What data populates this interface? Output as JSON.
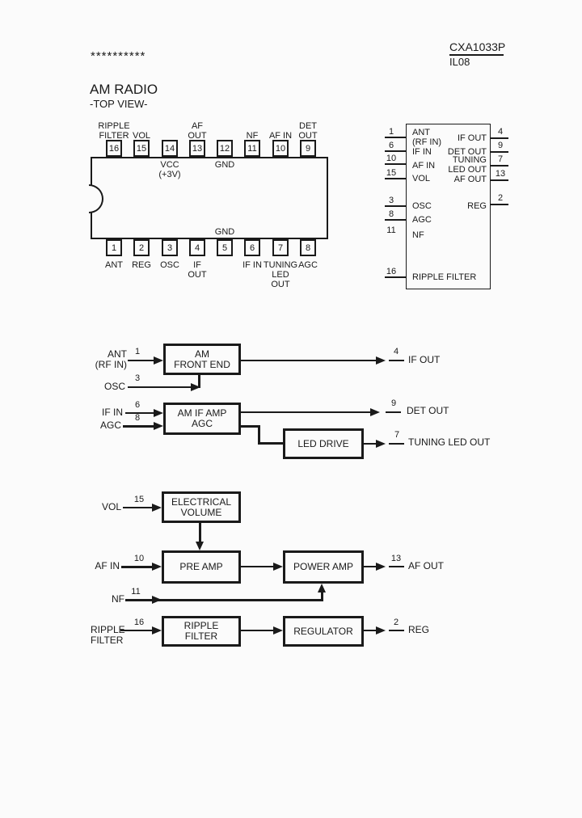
{
  "header": {
    "asterisks": "**********",
    "title": "AM RADIO",
    "view_label": "-TOP VIEW-",
    "part_number": "CXA1033P",
    "code": "IL08"
  },
  "colors": {
    "ink": "#1a1a1a",
    "paper": "#fbfbfb"
  },
  "dip": {
    "top": [
      {
        "num": "16",
        "above": "RIPPLE\nFILTER"
      },
      {
        "num": "15",
        "above": "VOL"
      },
      {
        "num": "14",
        "inside": "VCC\n(+3V)"
      },
      {
        "num": "13",
        "above": "AF\nOUT"
      },
      {
        "num": "12",
        "inside": "GND"
      },
      {
        "num": "11",
        "above": "NF"
      },
      {
        "num": "10",
        "above": "AF IN"
      },
      {
        "num": "9",
        "above": "DET\nOUT"
      }
    ],
    "bottom": [
      {
        "num": "1",
        "below": "ANT"
      },
      {
        "num": "2",
        "below": "REG"
      },
      {
        "num": "3",
        "below": "OSC"
      },
      {
        "num": "4",
        "below": "IF\nOUT"
      },
      {
        "num": "5",
        "inside": "GND"
      },
      {
        "num": "6",
        "below": "IF IN"
      },
      {
        "num": "7",
        "below": "TUNING\nLED\nOUT"
      },
      {
        "num": "8",
        "below": "AGC"
      }
    ]
  },
  "pinfun": {
    "left": [
      {
        "num": "1",
        "label": "ANT\n(RF IN)"
      },
      {
        "num": "6",
        "label": "IF IN"
      },
      {
        "num": "10",
        "label": "AF IN"
      },
      {
        "num": "15",
        "label": "VOL"
      },
      {
        "num": "3",
        "label": "OSC"
      },
      {
        "num": "8",
        "label": "AGC"
      },
      {
        "num": "11",
        "label": "NF"
      },
      {
        "num": "16",
        "label": "RIPPLE FILTER"
      }
    ],
    "right": [
      {
        "num": "4",
        "label": "IF OUT"
      },
      {
        "num": "9",
        "label": "DET OUT"
      },
      {
        "num": "7",
        "label": "TUNING\nLED OUT"
      },
      {
        "num": "13",
        "label": "AF OUT"
      },
      {
        "num": "2",
        "label": "REG"
      }
    ]
  },
  "blocks": {
    "am_front_end": "AM\nFRONT END",
    "am_if_amp": "AM IF AMP\nAGC",
    "led_drive": "LED DRIVE",
    "electrical_volume": "ELECTRICAL\nVOLUME",
    "pre_amp": "PRE AMP",
    "power_amp": "POWER AMP",
    "ripple_filter": "RIPPLE\nFILTER",
    "regulator": "REGULATOR"
  },
  "signals": {
    "inputs": [
      {
        "pin": "1",
        "label": "ANT\n(RF IN)"
      },
      {
        "pin": "3",
        "label": "OSC"
      },
      {
        "pin": "6",
        "label": "IF IN"
      },
      {
        "pin": "8",
        "label": "AGC"
      },
      {
        "pin": "15",
        "label": "VOL"
      },
      {
        "pin": "10",
        "label": "AF IN"
      },
      {
        "pin": "11",
        "label": "NF"
      },
      {
        "pin": "16",
        "label": "RIPPLE\nFILTER"
      }
    ],
    "outputs": [
      {
        "pin": "4",
        "label": "IF OUT"
      },
      {
        "pin": "9",
        "label": "DET OUT"
      },
      {
        "pin": "7",
        "label": "TUNING LED OUT"
      },
      {
        "pin": "13",
        "label": "AF OUT"
      },
      {
        "pin": "2",
        "label": "REG"
      }
    ]
  }
}
